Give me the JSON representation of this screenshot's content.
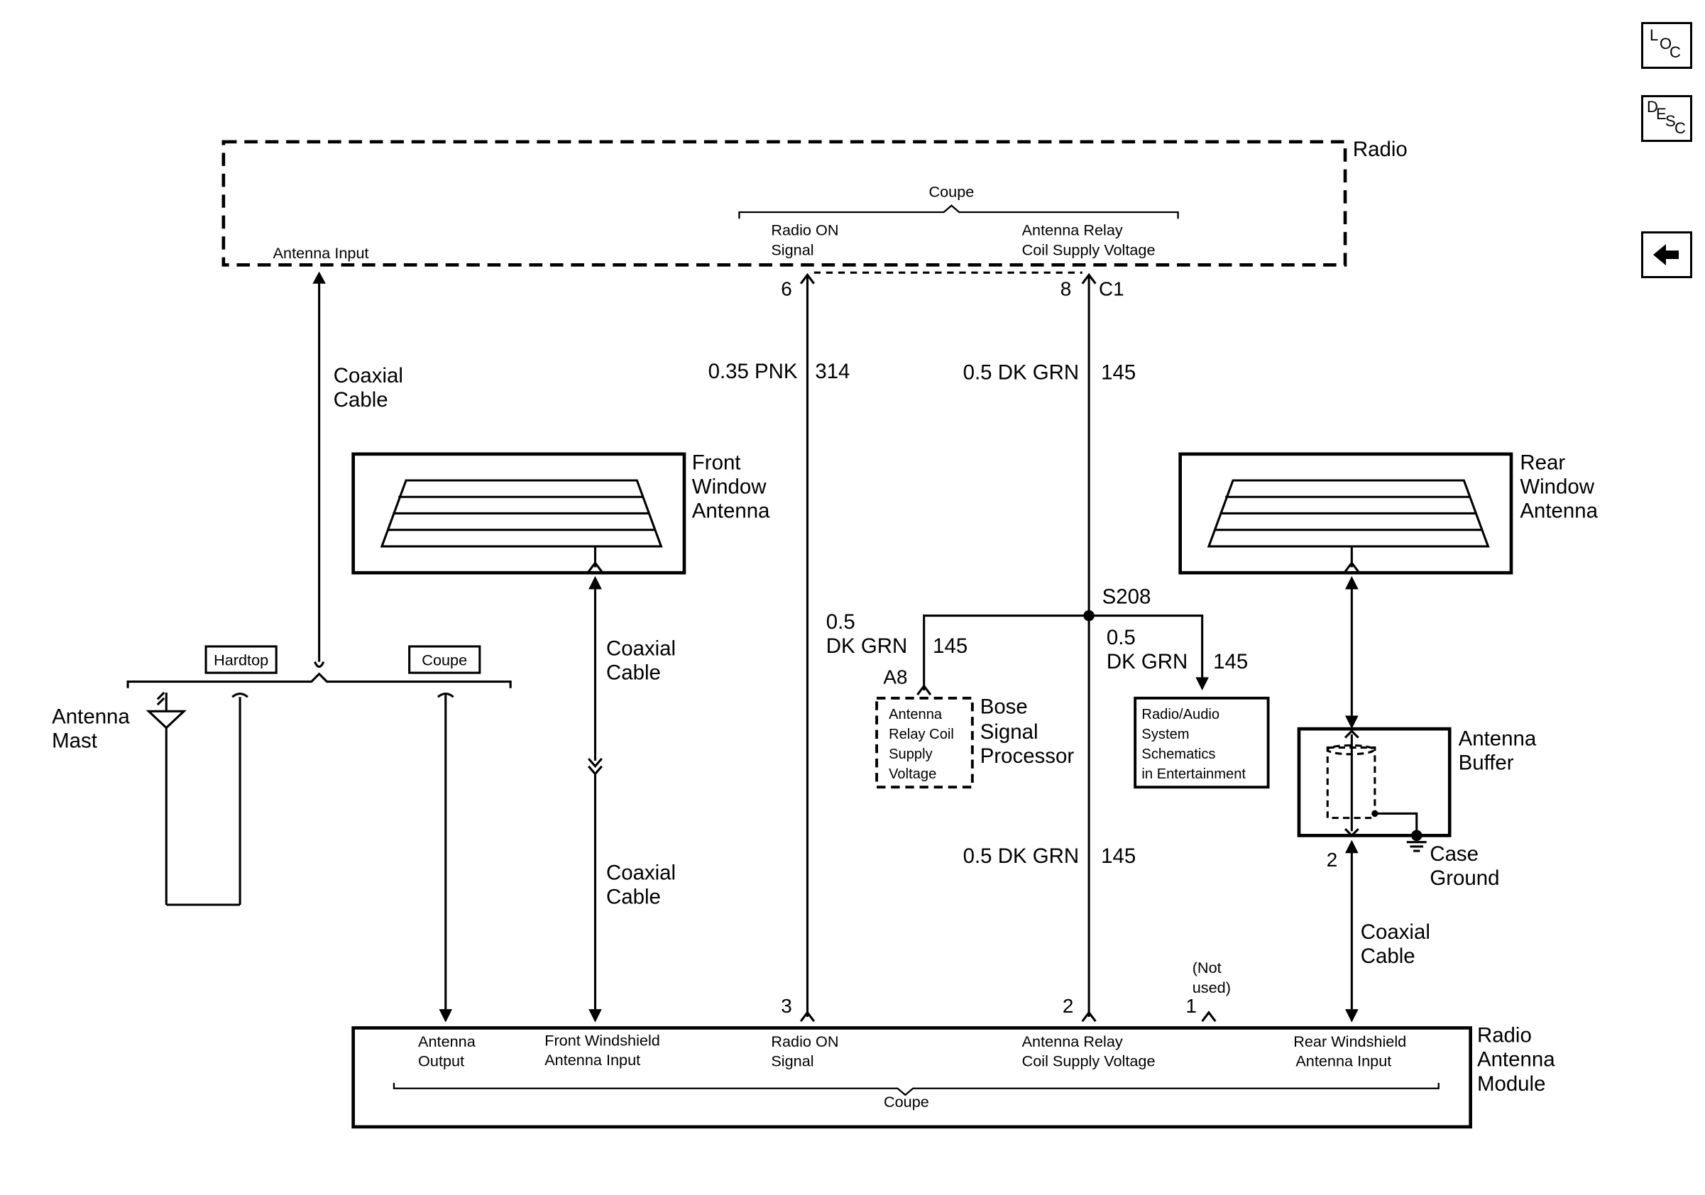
{
  "nav": {
    "loc": [
      "L",
      "O",
      "C"
    ],
    "desc": [
      "D",
      "E",
      "S",
      "C"
    ],
    "back_icon": "left-arrow-icon"
  },
  "radio": {
    "title": "Radio",
    "group": "Coupe",
    "antenna_input": "Antenna Input",
    "radio_on_1": "Radio ON",
    "radio_on_2": "Signal",
    "relay_1": "Antenna Relay",
    "relay_2": "Coil Supply Voltage",
    "pin_radio_on": "6",
    "pin_relay": "8",
    "connector": "C1"
  },
  "wires": {
    "pnk_size_color": "0.35 PNK",
    "pnk_circuit": "314",
    "grn_upper_size_color": "0.5 DK GRN",
    "grn_upper_circuit": "145",
    "grn_lower_size_color": "0.5 DK GRN",
    "grn_lower_circuit": "145",
    "bose_size": "0.5",
    "bose_color": "DK GRN",
    "bose_circuit": "145",
    "ent_size": "0.5",
    "ent_color": "DK GRN",
    "ent_circuit": "145"
  },
  "labels": {
    "coax_top_1": "Coaxial",
    "coax_top_2": "Cable",
    "coax_mid_1": "Coaxial",
    "coax_mid_2": "Cable",
    "coax_low_1": "Coaxial",
    "coax_low_2": "Cable",
    "coax_rear_1": "Coaxial",
    "coax_rear_2": "Cable",
    "front_ant_1": "Front",
    "front_ant_2": "Window",
    "front_ant_3": "Antenna",
    "rear_ant_1": "Rear",
    "rear_ant_2": "Window",
    "rear_ant_3": "Antenna",
    "hardtop": "Hardtop",
    "coupe_option": "Coupe",
    "mast_1": "Antenna",
    "mast_2": "Mast",
    "splice": "S208"
  },
  "bose": {
    "pin": "A8",
    "inner_1": "Antenna",
    "inner_2": "Relay Coil",
    "inner_3": "Supply",
    "inner_4": "Voltage",
    "name_1": "Bose",
    "name_2": "Signal",
    "name_3": "Processor"
  },
  "entertainment": {
    "line_1": "Radio/Audio",
    "line_2": "System",
    "line_3": "Schematics",
    "line_4": "in Entertainment"
  },
  "buffer": {
    "name_1": "Antenna",
    "name_2": "Buffer",
    "pin": "2",
    "ground_1": "Case",
    "ground_2": "Ground"
  },
  "module": {
    "title_1": "Radio",
    "title_2": "Antenna",
    "title_3": "Module",
    "group": "Coupe",
    "antenna_output_1": "Antenna",
    "antenna_output_2": "Output",
    "front_input_1": "Front Windshield",
    "front_input_2": "Antenna Input",
    "radio_on_1": "Radio ON",
    "radio_on_2": "Signal",
    "relay_1": "Antenna Relay",
    "relay_2": "Coil Supply Voltage",
    "rear_input_1": "Rear Windshield",
    "rear_input_2": "Antenna Input",
    "pin_radio_on": "3",
    "pin_relay": "2",
    "pin_unused": "1",
    "not_used_1": "(Not",
    "not_used_2": "used)"
  }
}
